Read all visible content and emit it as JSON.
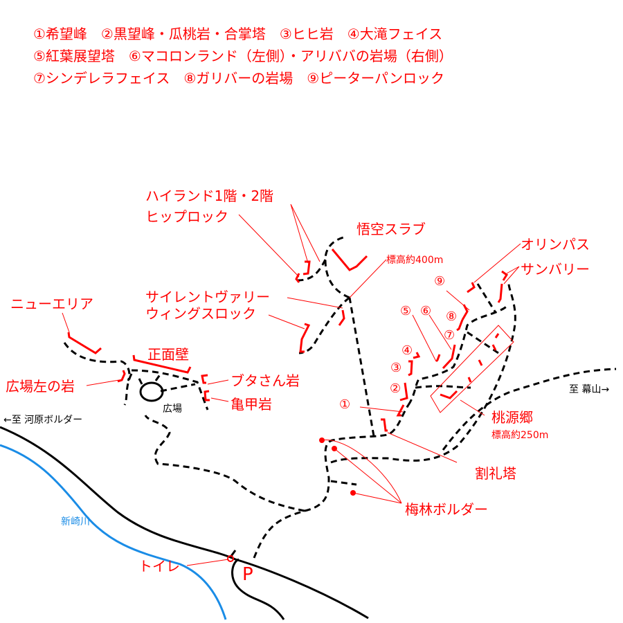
{
  "legend": [
    "①希望峰　②黒望峰・瓜桃岩・合掌塔　③ヒヒ岩　④大滝フェイス",
    "⑤紅葉展望塔　⑥マコロンランド（左側）・アリババの岩場（右側）",
    "⑦シンデレラフェイス　⑧ガリバーの岩場　⑨ピーターパンロック"
  ],
  "areas": {
    "highland": "ハイランド1階・2階",
    "hiprock": "ヒップロック",
    "goku": "悟空スラブ",
    "elev400": "標高約400m",
    "olympus": "オリンパス",
    "sunvalley": "サンバリー",
    "newarea": "ニューエリア",
    "silent": "サイレントヴァリー",
    "wings": "ウィングスロック",
    "front": "正面壁",
    "hiroba_left": "広場左の岩",
    "buta": "ブタさん岩",
    "kikko": "亀甲岩",
    "hiroba": "広場",
    "to_kawara": "←至 河原ボルダー",
    "to_makuyama": "至 幕山→",
    "togenkyo": "桃源郷",
    "elev250": "標高約250m",
    "katsurei": "割礼塔",
    "bairin": "梅林ボルダー",
    "river": "新崎川",
    "toilet": "トイレ",
    "parking": "P"
  },
  "numbers": [
    "①",
    "②",
    "③",
    "④",
    "⑤",
    "⑥",
    "⑦",
    "⑧",
    "⑨"
  ],
  "colors": {
    "label": "#ff0000",
    "trail": "#000000",
    "river": "#1a8ce6"
  }
}
